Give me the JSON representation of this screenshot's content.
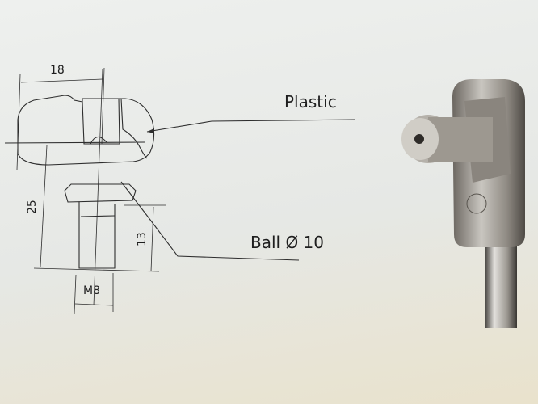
{
  "drawing": {
    "dimensions": {
      "width_top": "18",
      "height_total": "25",
      "thread_length": "13",
      "thread": "M8"
    },
    "callouts": {
      "plastic": "Plastic",
      "ball": "Ball Ø 10"
    }
  },
  "photo": {
    "subject": "ball-socket-end-fitting"
  },
  "colors": {
    "line": "#2a2a2a",
    "paper": "#eceeec"
  }
}
